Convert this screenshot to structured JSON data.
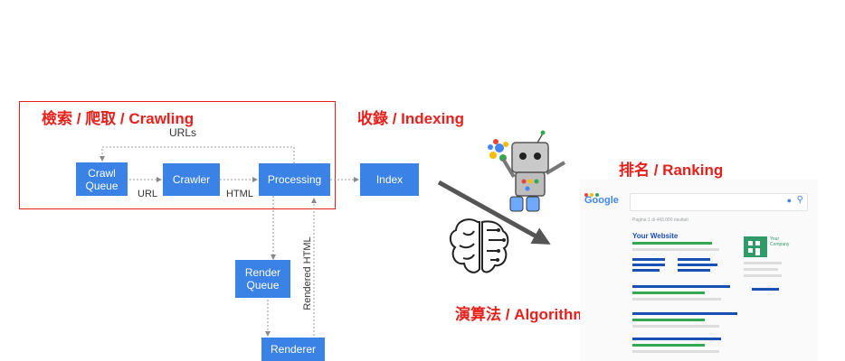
{
  "sections": {
    "crawling": {
      "zh": "檢索 / 爬取 / ",
      "en": "Crawling"
    },
    "indexing": {
      "zh": "收錄 / ",
      "en": "Indexing"
    },
    "ranking": {
      "zh": "排名 / ",
      "en": "Ranking"
    },
    "algorithm": {
      "zh": "演算法 / ",
      "en": "Algorithm"
    }
  },
  "nodes": {
    "crawl_queue": "Crawl Queue",
    "crawler": "Crawler",
    "processing": "Processing",
    "index": "Index",
    "render_queue": "Render Queue",
    "renderer": "Renderer"
  },
  "edges": {
    "urls": "URLs",
    "url": "URL",
    "html": "HTML",
    "rendered_html": "Rendered HTML"
  },
  "serp": {
    "logo": "Google",
    "results_count": "Pagina 1 di 443.000 risultati",
    "your_website": "Your Website",
    "company": "Your Company"
  },
  "colors": {
    "accent_red": "#e8201b",
    "node_blue": "#3b82e6",
    "result_blue": "#1a4fb3",
    "result_green": "#34a853"
  },
  "icons": [
    "robot-mascot-icon",
    "brain-circuit-icon",
    "search-icon",
    "mic-icon",
    "building-icon"
  ]
}
